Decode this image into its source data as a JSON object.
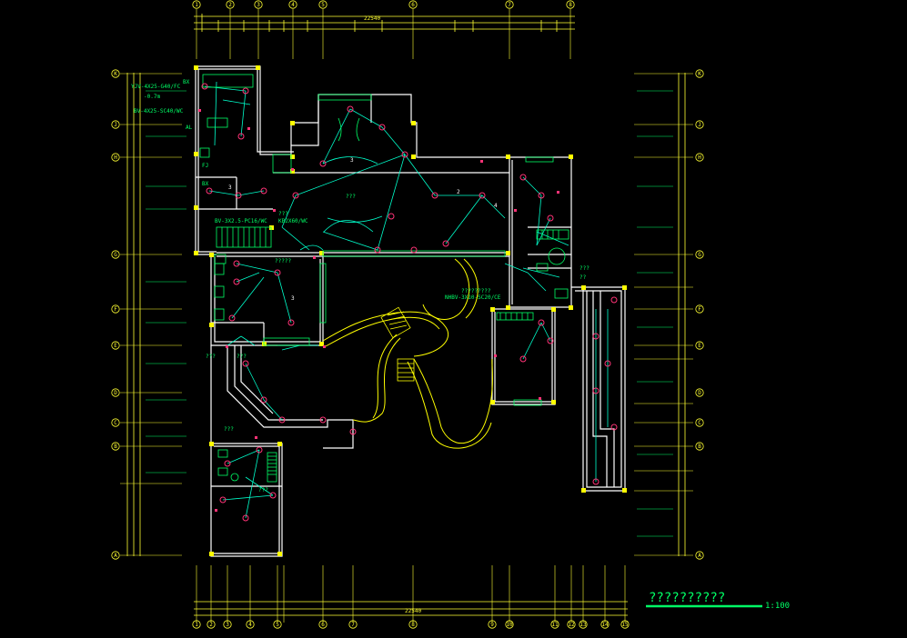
{
  "drawing": {
    "title": "??????????",
    "scale": "1:100",
    "colors": {
      "background": "#000000",
      "wall": "#ffffff",
      "dimension": "#ffff33",
      "wiring": "#00ffcc",
      "annotation": "#00ff66",
      "fixture": "#ff3377",
      "column": "#ffff00",
      "landscape": "#ffff00"
    },
    "grid_labels_top": [
      "1",
      "2",
      "3",
      "4",
      "5",
      "6",
      "7",
      "8"
    ],
    "grid_labels_bottom": [
      "1",
      "2",
      "3",
      "4",
      "5",
      "6",
      "7",
      "8",
      "9",
      "10",
      "11",
      "12",
      "13",
      "14",
      "15"
    ],
    "grid_labels_left": [
      "K",
      "J",
      "H",
      "G",
      "F",
      "E",
      "D",
      "C",
      "B",
      "A"
    ],
    "grid_labels_right": [
      "K",
      "J",
      "H",
      "G",
      "F",
      "E",
      "D",
      "C",
      "B",
      "A"
    ],
    "top_dim_total": "22540",
    "bottom_dim_total": "22540",
    "annotations": {
      "feeder_1": "YJV-4X25-G40/FC",
      "feeder_1_sub": "-0.7m",
      "feeder_2": "BV-4X25-SC40/WC",
      "panel_1": "AL",
      "riser_note": "BV-3X2.5-PC16/WC",
      "riser_note_2": "KB2X60/WC",
      "room_q1": "???",
      "room_q2": "???",
      "room_q3": "???",
      "room_q4": "???",
      "room_q5": "???",
      "room_q6": "???",
      "room_q7": "???",
      "long_q": "?????????",
      "cable_note": "NHBV-3X10-SC20/CE",
      "box_label": "?????",
      "small_label": "??",
      "tag_1": "BX",
      "tag_2": "AL",
      "tag_3": "FJ",
      "tag_4": "BX",
      "count_2": "2",
      "count_3": "3",
      "count_4": "4"
    }
  }
}
